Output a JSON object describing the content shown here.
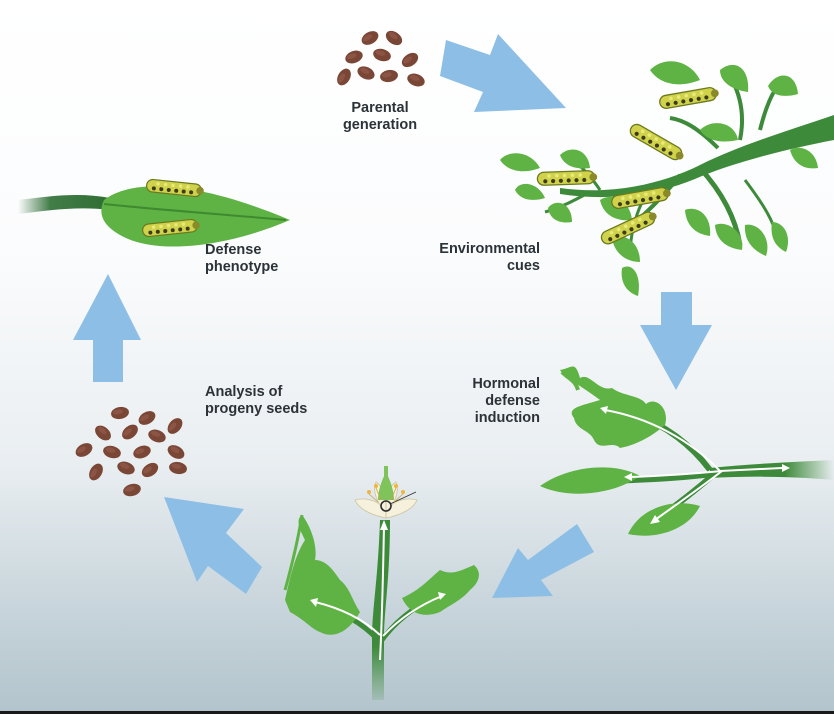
{
  "stages": {
    "parental": {
      "line1": "Parental",
      "line2": "generation"
    },
    "environmental": {
      "line1": "Environmental",
      "line2": "cues"
    },
    "hormonal": {
      "line1": "Hormonal",
      "line2": "defense",
      "line3": "induction"
    },
    "analysis": {
      "line1": "Analysis of",
      "line2": "progeny seeds"
    },
    "defense": {
      "line1": "Defense",
      "line2": "phenotype"
    }
  },
  "colors": {
    "arrow": "#8dbfe6",
    "leaf": "#5fb345",
    "leaf_dark": "#3f8a30",
    "stem": "#3d8a3a",
    "seed": "#7a4636",
    "caterpillar": "#cfd24a"
  }
}
